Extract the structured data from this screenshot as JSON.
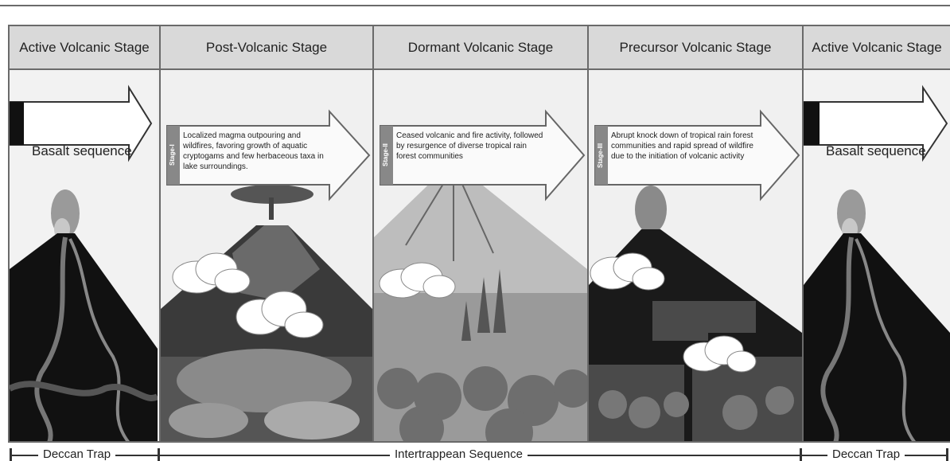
{
  "stages": [
    {
      "title": "Active Volcanic Stage"
    },
    {
      "title": "Post-Volcanic Stage",
      "tag": "Stage-I",
      "description": "Localized magma outpouring and wildfires, favoring growth of aquatic cryptogams and few herbaceous taxa in lake surroundings."
    },
    {
      "title": "Dormant Volcanic Stage",
      "tag": "Stage-II",
      "description": "Ceased volcanic and fire activity, followed by resurgence of diverse tropical rain forest communities"
    },
    {
      "title": "Precursor Volcanic Stage",
      "tag": "Stage-III",
      "description": "Abrupt knock down of tropical rain forest communities and rapid spread of wildfire due to the initiation of volcanic activity"
    },
    {
      "title": "Active Volcanic Stage"
    }
  ],
  "basalt_label": "Basalt sequence",
  "sequence": {
    "left": "Deccan Trap",
    "middle": "Intertrappean Sequence",
    "right": "Deccan Trap"
  }
}
